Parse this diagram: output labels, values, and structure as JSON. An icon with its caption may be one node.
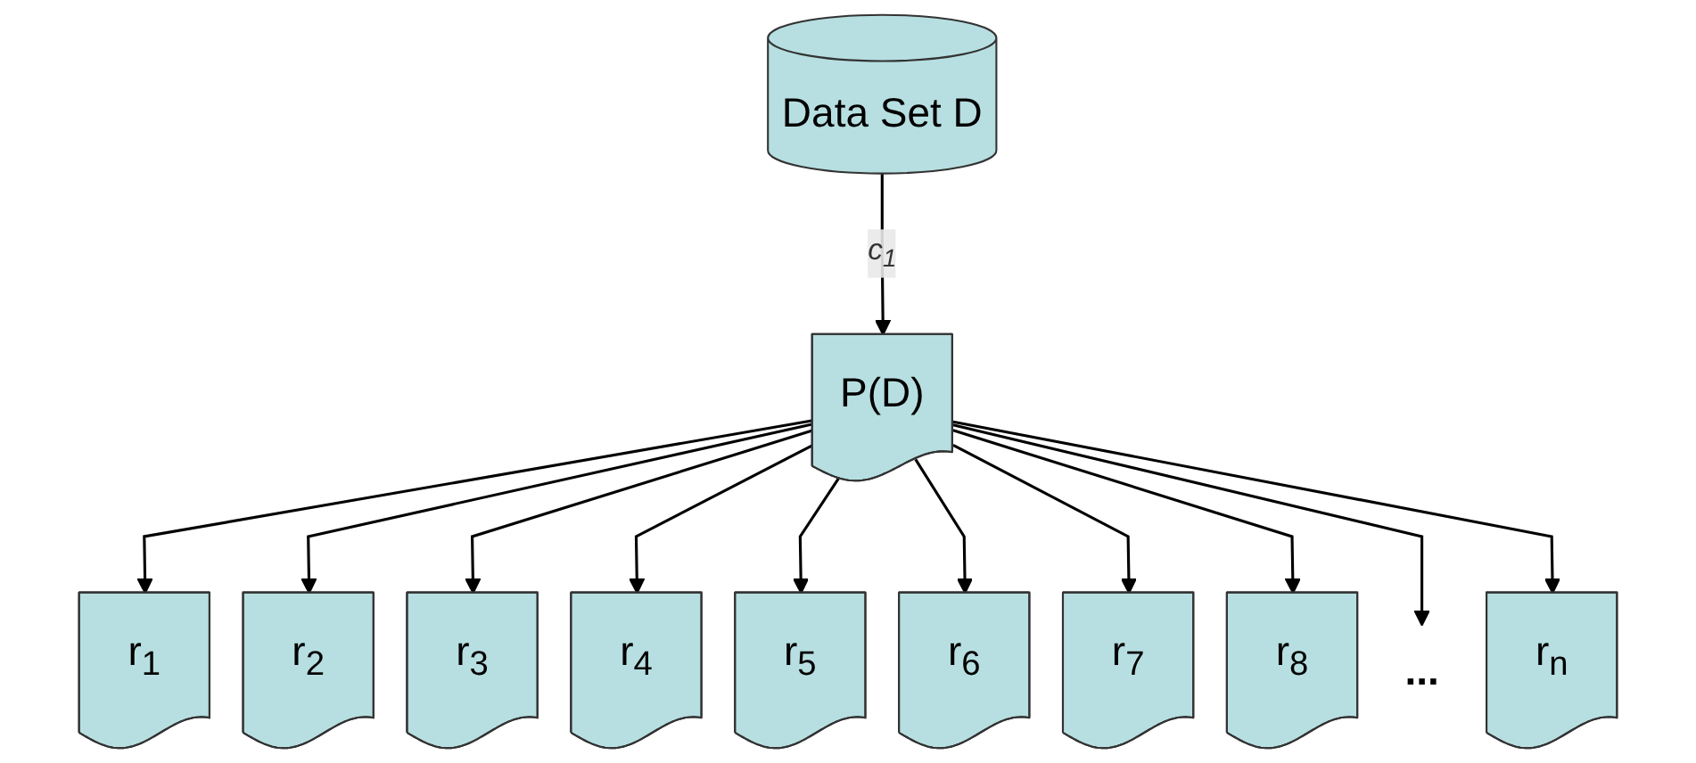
{
  "diagram": {
    "nodes": [
      {
        "text": [
          "Data Set D"
        ]
      },
      {
        "text": [
          "P(D)"
        ]
      },
      {
        "text": [
          "r$_{1}$"
        ]
      },
      {
        "text": [
          "r$_{2}$"
        ]
      },
      {
        "text": [
          "r$_{3}$"
        ]
      },
      {
        "text": [
          "r$_{4}$"
        ]
      },
      {
        "text": [
          "r$_{5}$"
        ]
      },
      {
        "text": [
          "r$_{6}$"
        ]
      },
      {
        "text": [
          "r$_{7}$"
        ]
      },
      {
        "text": [
          "r$_{8}$"
        ]
      },
      {
        "text": [
          "..."
        ]
      },
      {
        "text": [
          "r$_{n}$"
        ]
      }
    ],
    "edges": [
      {
        "from": 0,
        "to": 1,
        "arrow": "to",
        "label": "c$_{1}$"
      },
      {
        "from": 1,
        "to": 2,
        "arrow": "to"
      },
      {
        "from": 1,
        "to": 3,
        "arrow": "to"
      },
      {
        "from": 1,
        "to": 4,
        "arrow": "to"
      },
      {
        "from": 1,
        "to": 5,
        "arrow": "to"
      },
      {
        "from": 1,
        "to": 6,
        "arrow": "to"
      },
      {
        "from": 1,
        "to": 7,
        "arrow": "to"
      },
      {
        "from": 1,
        "to": 8,
        "arrow": "to"
      },
      {
        "from": 1,
        "to": 9,
        "arrow": "to"
      },
      {
        "from": 1,
        "to": 10,
        "arrow": "to"
      },
      {
        "from": 1,
        "to": 11,
        "arrow": "to"
      }
    ]
  }
}
